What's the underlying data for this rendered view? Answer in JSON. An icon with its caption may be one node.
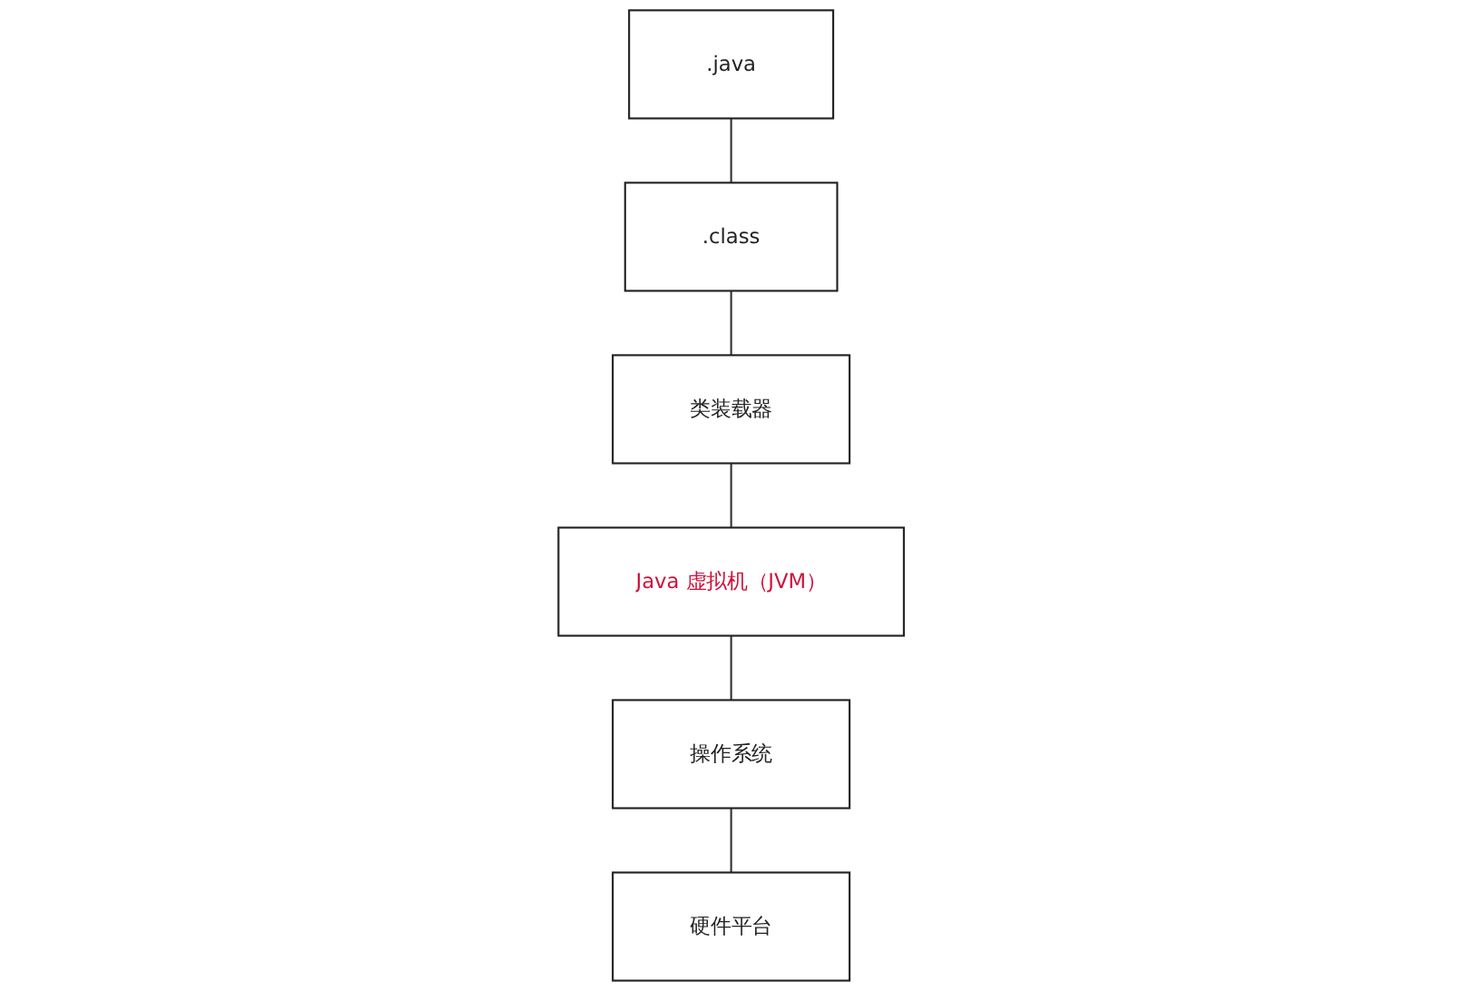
{
  "diagram": {
    "nodes": [
      {
        "text": [
          ".java"
        ]
      },
      {
        "text": [
          ".class"
        ]
      },
      {
        "text": [
          "类装载器"
        ]
      },
      {
        "text": [
          "Java 虚拟机（JVM）"
        ]
      },
      {
        "text": [
          "操作系统"
        ]
      },
      {
        "text": [
          "硬件平台"
        ]
      }
    ],
    "edges": [
      {
        "from": 0,
        "to": 1,
        "arrow": "none"
      },
      {
        "from": 1,
        "to": 2,
        "arrow": "none"
      },
      {
        "from": 2,
        "to": 3,
        "arrow": "none"
      },
      {
        "from": 3,
        "to": 4,
        "arrow": "none"
      },
      {
        "from": 4,
        "to": 5,
        "arrow": "none"
      }
    ]
  }
}
